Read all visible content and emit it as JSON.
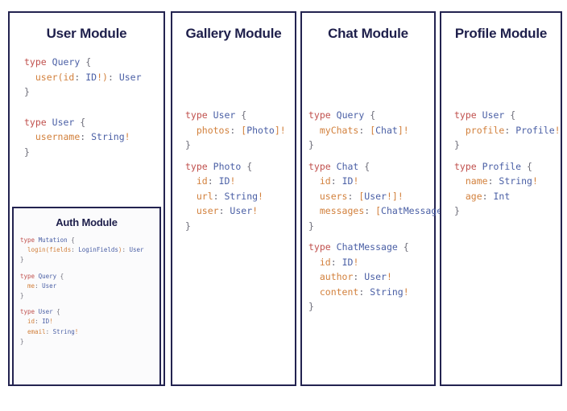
{
  "colors": {
    "border": "#232350",
    "heading": "#1e1f4b",
    "keyword": "#c0504d",
    "type_name": "#4a5fa5",
    "field_name": "#d2803c",
    "punctuation": "#6e6e7a",
    "page_background": "#ffffff",
    "nested_background": "#fbfbfc"
  },
  "modules": {
    "user": {
      "title": "User Module",
      "blocks": [
        {
          "lines": [
            [
              {
                "t": "type",
                "c": "kw"
              },
              {
                "t": " ",
                "c": "pun"
              },
              {
                "t": "Query",
                "c": "tn"
              },
              {
                "t": " {",
                "c": "pun"
              }
            ],
            [
              {
                "t": "  ",
                "c": "pun"
              },
              {
                "t": "user",
                "c": "fld"
              },
              {
                "t": "(",
                "c": "paren"
              },
              {
                "t": "id",
                "c": "fld"
              },
              {
                "t": ": ",
                "c": "pun"
              },
              {
                "t": "ID",
                "c": "tn"
              },
              {
                "t": "!",
                "c": "bang"
              },
              {
                "t": ")",
                "c": "paren"
              },
              {
                "t": ": ",
                "c": "pun"
              },
              {
                "t": "User",
                "c": "tn"
              }
            ],
            [
              {
                "t": "}",
                "c": "pun"
              }
            ]
          ]
        },
        {
          "lines": [
            [
              {
                "t": "type",
                "c": "kw"
              },
              {
                "t": " ",
                "c": "pun"
              },
              {
                "t": "User",
                "c": "tn"
              },
              {
                "t": " {",
                "c": "pun"
              }
            ],
            [
              {
                "t": "  ",
                "c": "pun"
              },
              {
                "t": "username",
                "c": "fld"
              },
              {
                "t": ": ",
                "c": "pun"
              },
              {
                "t": "String",
                "c": "tn"
              },
              {
                "t": "!",
                "c": "bang"
              }
            ],
            [
              {
                "t": "}",
                "c": "pun"
              }
            ]
          ]
        }
      ]
    },
    "auth": {
      "title": "Auth Module",
      "blocks": [
        {
          "lines": [
            [
              {
                "t": "type",
                "c": "kw"
              },
              {
                "t": " ",
                "c": "pun"
              },
              {
                "t": "Mutation",
                "c": "tn"
              },
              {
                "t": " {",
                "c": "pun"
              }
            ],
            [
              {
                "t": "  ",
                "c": "pun"
              },
              {
                "t": "login",
                "c": "fld"
              },
              {
                "t": "(",
                "c": "paren"
              },
              {
                "t": "fields",
                "c": "fld"
              },
              {
                "t": ": ",
                "c": "pun"
              },
              {
                "t": "LoginFields",
                "c": "tn"
              },
              {
                "t": ")",
                "c": "paren"
              },
              {
                "t": ": ",
                "c": "pun"
              },
              {
                "t": "User",
                "c": "tn"
              }
            ],
            [
              {
                "t": "}",
                "c": "pun"
              }
            ]
          ]
        },
        {
          "lines": [
            [
              {
                "t": "type",
                "c": "kw"
              },
              {
                "t": " ",
                "c": "pun"
              },
              {
                "t": "Query",
                "c": "tn"
              },
              {
                "t": " {",
                "c": "pun"
              }
            ],
            [
              {
                "t": "  ",
                "c": "pun"
              },
              {
                "t": "me",
                "c": "fld"
              },
              {
                "t": ": ",
                "c": "pun"
              },
              {
                "t": "User",
                "c": "tn"
              }
            ],
            [
              {
                "t": "}",
                "c": "pun"
              }
            ]
          ]
        },
        {
          "lines": [
            [
              {
                "t": "type",
                "c": "kw"
              },
              {
                "t": " ",
                "c": "pun"
              },
              {
                "t": "User",
                "c": "tn"
              },
              {
                "t": " {",
                "c": "pun"
              }
            ],
            [
              {
                "t": "  ",
                "c": "pun"
              },
              {
                "t": "id",
                "c": "fld"
              },
              {
                "t": ": ",
                "c": "pun"
              },
              {
                "t": "ID",
                "c": "tn"
              },
              {
                "t": "!",
                "c": "bang"
              }
            ],
            [
              {
                "t": "  ",
                "c": "pun"
              },
              {
                "t": "email",
                "c": "fld"
              },
              {
                "t": ": ",
                "c": "pun"
              },
              {
                "t": "String",
                "c": "tn"
              },
              {
                "t": "!",
                "c": "bang"
              }
            ],
            [
              {
                "t": "}",
                "c": "pun"
              }
            ]
          ]
        }
      ]
    },
    "gallery": {
      "title": "Gallery Module",
      "blocks": [
        {
          "lines": [
            [
              {
                "t": "type",
                "c": "kw"
              },
              {
                "t": " ",
                "c": "pun"
              },
              {
                "t": "User",
                "c": "tn"
              },
              {
                "t": " {",
                "c": "pun"
              }
            ],
            [
              {
                "t": "  ",
                "c": "pun"
              },
              {
                "t": "photos",
                "c": "fld"
              },
              {
                "t": ": ",
                "c": "pun"
              },
              {
                "t": "[",
                "c": "brk"
              },
              {
                "t": "Photo",
                "c": "tn"
              },
              {
                "t": "]",
                "c": "brk"
              },
              {
                "t": "!",
                "c": "bang"
              }
            ],
            [
              {
                "t": "}",
                "c": "pun"
              }
            ]
          ]
        },
        {
          "lines": [
            [
              {
                "t": "type",
                "c": "kw"
              },
              {
                "t": " ",
                "c": "pun"
              },
              {
                "t": "Photo",
                "c": "tn"
              },
              {
                "t": " {",
                "c": "pun"
              }
            ],
            [
              {
                "t": "  ",
                "c": "pun"
              },
              {
                "t": "id",
                "c": "fld"
              },
              {
                "t": ": ",
                "c": "pun"
              },
              {
                "t": "ID",
                "c": "tn"
              },
              {
                "t": "!",
                "c": "bang"
              }
            ],
            [
              {
                "t": "  ",
                "c": "pun"
              },
              {
                "t": "url",
                "c": "fld"
              },
              {
                "t": ": ",
                "c": "pun"
              },
              {
                "t": "String",
                "c": "tn"
              },
              {
                "t": "!",
                "c": "bang"
              }
            ],
            [
              {
                "t": "  ",
                "c": "pun"
              },
              {
                "t": "user",
                "c": "fld"
              },
              {
                "t": ": ",
                "c": "pun"
              },
              {
                "t": "User",
                "c": "tn"
              },
              {
                "t": "!",
                "c": "bang"
              }
            ],
            [
              {
                "t": "}",
                "c": "pun"
              }
            ]
          ]
        }
      ]
    },
    "chat": {
      "title": "Chat Module",
      "blocks": [
        {
          "lines": [
            [
              {
                "t": "type",
                "c": "kw"
              },
              {
                "t": " ",
                "c": "pun"
              },
              {
                "t": "Query",
                "c": "tn"
              },
              {
                "t": " {",
                "c": "pun"
              }
            ],
            [
              {
                "t": "  ",
                "c": "pun"
              },
              {
                "t": "myChats",
                "c": "fld"
              },
              {
                "t": ": ",
                "c": "pun"
              },
              {
                "t": "[",
                "c": "brk"
              },
              {
                "t": "Chat",
                "c": "tn"
              },
              {
                "t": "]",
                "c": "brk"
              },
              {
                "t": "!",
                "c": "bang"
              }
            ],
            [
              {
                "t": "}",
                "c": "pun"
              }
            ]
          ]
        },
        {
          "lines": [
            [
              {
                "t": "type",
                "c": "kw"
              },
              {
                "t": " ",
                "c": "pun"
              },
              {
                "t": "Chat",
                "c": "tn"
              },
              {
                "t": " {",
                "c": "pun"
              }
            ],
            [
              {
                "t": "  ",
                "c": "pun"
              },
              {
                "t": "id",
                "c": "fld"
              },
              {
                "t": ": ",
                "c": "pun"
              },
              {
                "t": "ID",
                "c": "tn"
              },
              {
                "t": "!",
                "c": "bang"
              }
            ],
            [
              {
                "t": "  ",
                "c": "pun"
              },
              {
                "t": "users",
                "c": "fld"
              },
              {
                "t": ": ",
                "c": "pun"
              },
              {
                "t": "[",
                "c": "brk"
              },
              {
                "t": "User",
                "c": "tn"
              },
              {
                "t": "!",
                "c": "bang"
              },
              {
                "t": "]",
                "c": "brk"
              },
              {
                "t": "!",
                "c": "bang"
              }
            ],
            [
              {
                "t": "  ",
                "c": "pun"
              },
              {
                "t": "messages",
                "c": "fld"
              },
              {
                "t": ": ",
                "c": "pun"
              },
              {
                "t": "[",
                "c": "brk"
              },
              {
                "t": "ChatMessage",
                "c": "tn"
              },
              {
                "t": "]",
                "c": "brk"
              },
              {
                "t": "!",
                "c": "bang"
              }
            ],
            [
              {
                "t": "}",
                "c": "pun"
              }
            ]
          ]
        },
        {
          "lines": [
            [
              {
                "t": "type",
                "c": "kw"
              },
              {
                "t": " ",
                "c": "pun"
              },
              {
                "t": "ChatMessage",
                "c": "tn"
              },
              {
                "t": " {",
                "c": "pun"
              }
            ],
            [
              {
                "t": "  ",
                "c": "pun"
              },
              {
                "t": "id",
                "c": "fld"
              },
              {
                "t": ": ",
                "c": "pun"
              },
              {
                "t": "ID",
                "c": "tn"
              },
              {
                "t": "!",
                "c": "bang"
              }
            ],
            [
              {
                "t": "  ",
                "c": "pun"
              },
              {
                "t": "author",
                "c": "fld"
              },
              {
                "t": ": ",
                "c": "pun"
              },
              {
                "t": "User",
                "c": "tn"
              },
              {
                "t": "!",
                "c": "bang"
              }
            ],
            [
              {
                "t": "  ",
                "c": "pun"
              },
              {
                "t": "content",
                "c": "fld"
              },
              {
                "t": ": ",
                "c": "pun"
              },
              {
                "t": "String",
                "c": "tn"
              },
              {
                "t": "!",
                "c": "bang"
              }
            ],
            [
              {
                "t": "}",
                "c": "pun"
              }
            ]
          ]
        }
      ]
    },
    "profile": {
      "title": "Profile Module",
      "blocks": [
        {
          "lines": [
            [
              {
                "t": "type",
                "c": "kw"
              },
              {
                "t": " ",
                "c": "pun"
              },
              {
                "t": "User",
                "c": "tn"
              },
              {
                "t": " {",
                "c": "pun"
              }
            ],
            [
              {
                "t": "  ",
                "c": "pun"
              },
              {
                "t": "profile",
                "c": "fld"
              },
              {
                "t": ": ",
                "c": "pun"
              },
              {
                "t": "Profile",
                "c": "tn"
              },
              {
                "t": "!",
                "c": "bang"
              }
            ],
            [
              {
                "t": "}",
                "c": "pun"
              }
            ]
          ]
        },
        {
          "lines": [
            [
              {
                "t": "type",
                "c": "kw"
              },
              {
                "t": " ",
                "c": "pun"
              },
              {
                "t": "Profile",
                "c": "tn"
              },
              {
                "t": " {",
                "c": "pun"
              }
            ],
            [
              {
                "t": "  ",
                "c": "pun"
              },
              {
                "t": "name",
                "c": "fld"
              },
              {
                "t": ": ",
                "c": "pun"
              },
              {
                "t": "String",
                "c": "tn"
              },
              {
                "t": "!",
                "c": "bang"
              }
            ],
            [
              {
                "t": "  ",
                "c": "pun"
              },
              {
                "t": "age",
                "c": "fld"
              },
              {
                "t": ": ",
                "c": "pun"
              },
              {
                "t": "Int",
                "c": "tn"
              }
            ],
            [
              {
                "t": "}",
                "c": "pun"
              }
            ]
          ]
        }
      ]
    }
  }
}
